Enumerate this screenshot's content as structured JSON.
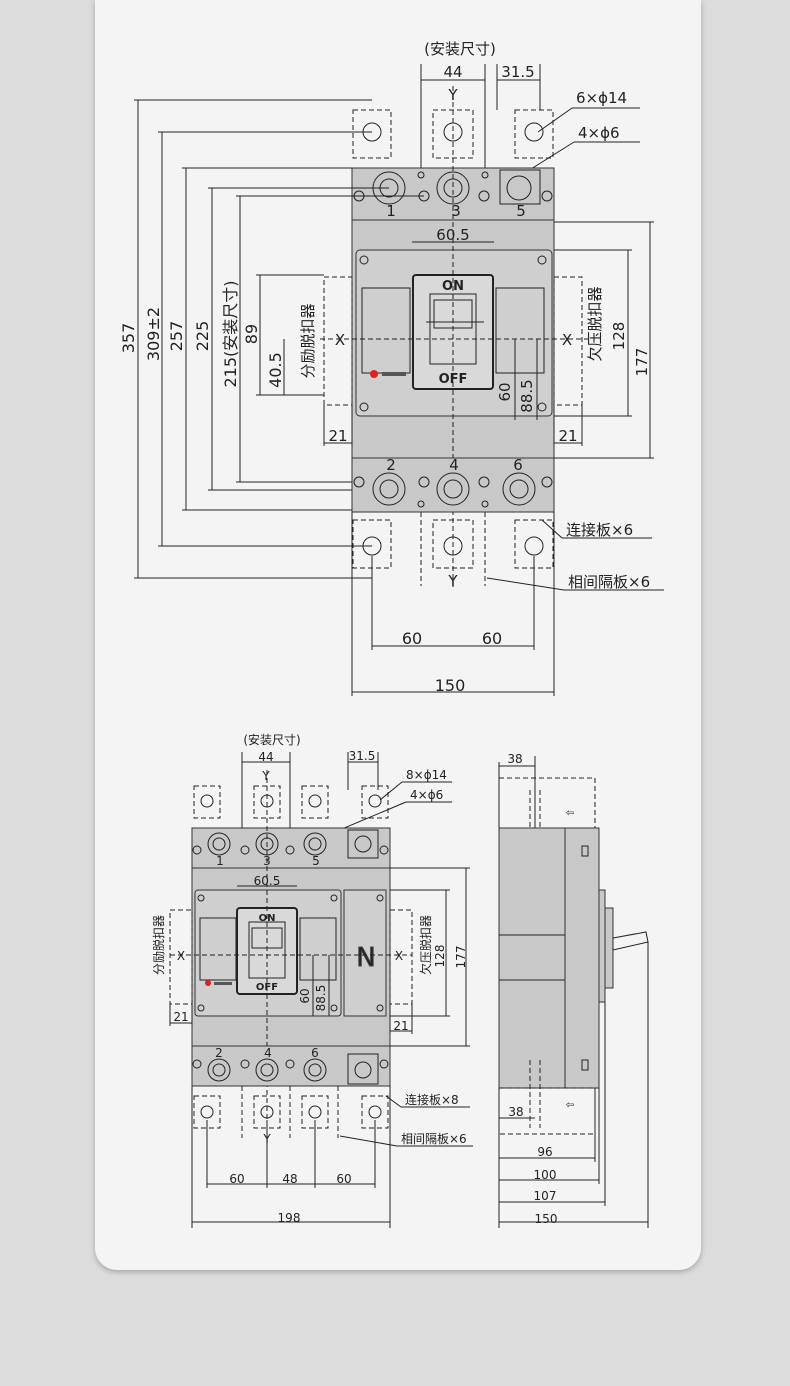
{
  "colors": {
    "background": "#dcdcdc",
    "card": "#f4f4f4",
    "part": "#c8c8c8",
    "line": "#222222",
    "indicator": "#e02020"
  },
  "top": {
    "install_title": "(安装尺寸)",
    "dim_44": "44",
    "dim_315": "31.5",
    "hole_6x14": "6×ϕ14",
    "hole_4x6": "4×ϕ6",
    "y_axis": "Y",
    "terminals_top": [
      "1",
      "3",
      "5"
    ],
    "terminals_bottom": [
      "2",
      "4",
      "6"
    ],
    "dim_605": "60.5",
    "on_label": "ON",
    "off_label": "OFF",
    "x_axis": "X",
    "shunt_label": "分励脱扣器",
    "undervoltage_label": "欠压脱扣器",
    "left_dims": [
      "357",
      "309±2",
      "257",
      "225",
      "215(安装尺寸)",
      "89",
      "40.5"
    ],
    "right_dims": [
      "128",
      "177"
    ],
    "inner_dims": [
      "60",
      "88.5"
    ],
    "dim_21": "21",
    "plate_label": "连接板×6",
    "barrier_label": "相间隔板×6",
    "bottom_dims": [
      "60",
      "60"
    ],
    "width_dim": "150"
  },
  "bottom": {
    "install_title": "(安装尺寸)",
    "dim_44": "44",
    "dim_315": "31.5",
    "hole_8x14": "8×ϕ14",
    "hole_4x6": "4×ϕ6",
    "y_axis": "Y",
    "terminals_top": [
      "1",
      "3",
      "5"
    ],
    "terminals_bottom": [
      "2",
      "4",
      "6"
    ],
    "dim_605": "60.5",
    "on_label": "ON",
    "off_label": "OFF",
    "x_axis": "X",
    "shunt_label": "分励脱扣器",
    "undervoltage_label": "欠压脱扣器",
    "right_dims": [
      "128",
      "177"
    ],
    "inner_dims": [
      "60",
      "88.5"
    ],
    "dim_21": "21",
    "n_label": "N",
    "plate_label": "连接板×8",
    "barrier_label": "相间隔板×6",
    "bottom_dims": [
      "60",
      "48",
      "60"
    ],
    "width_dim": "198"
  },
  "side": {
    "dim_38_top": "38",
    "dim_38_bottom": "38",
    "depth_dims": [
      "96",
      "100",
      "107",
      "150"
    ]
  }
}
